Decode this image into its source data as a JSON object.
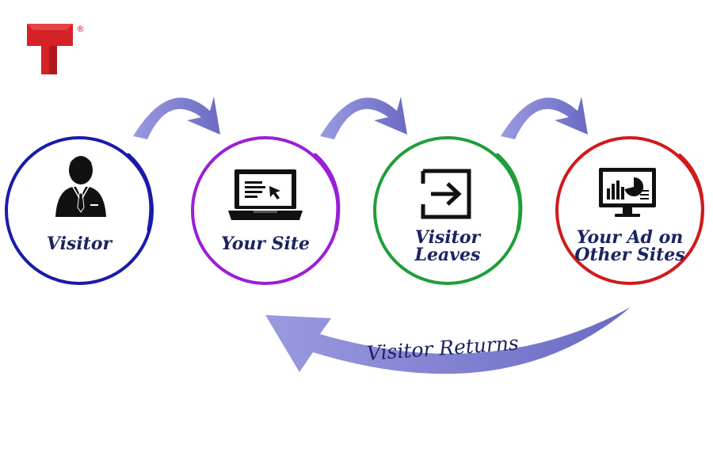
{
  "colors": {
    "arrow": "#7f7fd0",
    "text": "#1b2461",
    "visitor": "#1a1aaa",
    "your_site": "#9b1fd6",
    "leaves": "#1f9e3a",
    "ad": "#d01a1a",
    "logo": "#d42226"
  },
  "logo": {
    "mark": "®"
  },
  "steps": [
    {
      "id": "visitor",
      "icon": "person-icon",
      "line1": "Visitor"
    },
    {
      "id": "your-site",
      "icon": "laptop-icon",
      "line1": "Your Site"
    },
    {
      "id": "visitor-leaves",
      "icon": "exit-icon",
      "line1": "Visitor",
      "line2": "Leaves"
    },
    {
      "id": "ad-other-sites",
      "icon": "monitor-chart-icon",
      "line1": "Your Ad on",
      "line2": "Other Sites"
    }
  ],
  "return_label": "Visitor Returns"
}
